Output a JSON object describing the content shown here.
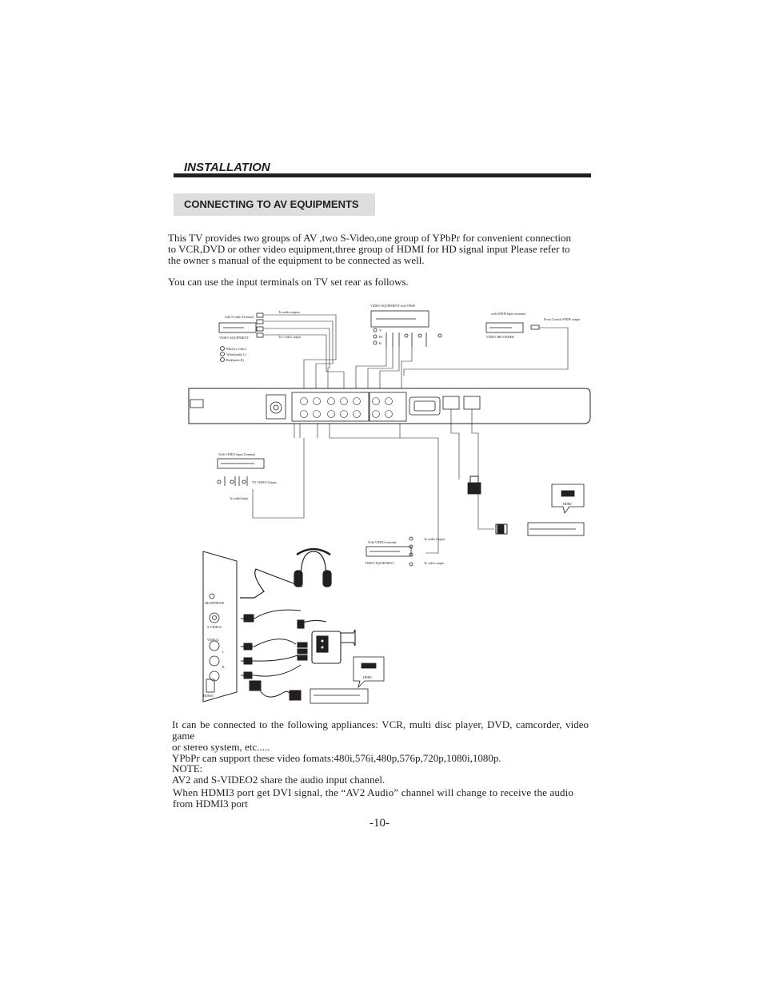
{
  "header": {
    "section": "INSTALLATION"
  },
  "banner": {
    "title": "CONNECTING TO AV EQUIPMENTS"
  },
  "intro": {
    "p1_l1": "This TV provides two groups of AV ,two  S-Video,one group of  YPbPr  for convenient connection",
    "p1_l2": "to VCR,DVD or other video equipment,three group of HDMI for HD signal input Please refer to",
    "p1_l3": "the owner s manual of the equipment to be connected as well.",
    "p2": "You can use the input terminals on TV set rear as follows."
  },
  "diagram": {
    "svideo_device": {
      "title": "with S-video Terminal",
      "label": "VIDEO EQUIPMENT",
      "out1": "To audio outputs",
      "out2": "To s-video output"
    },
    "legend": [
      "Black (s-video)",
      "White(audio L)",
      "Red(audio R)"
    ],
    "ypbpr_device": {
      "label": "VIDEO EQUIPMENT with YPbPr",
      "y": "Y",
      "pb": "Pb",
      "pr": "Pr"
    },
    "spdif_device": {
      "title": "with SPDIF Input terminal",
      "label": "VIDEO RECORDER",
      "out": "From Coaxial SPDIF output"
    },
    "video_in_device": {
      "title": "With VIDEO Input Terminal",
      "to_video": "TO VIDEO Output",
      "to_audio": "To audio Input"
    },
    "video_term_device": {
      "title": "With VIDEO terminal",
      "label": "VIDEO EQUIPMENT",
      "audio": "To audio Output",
      "video": "To video output"
    },
    "hdmi_label_1": "HDMI",
    "hdmi_label_2": "HDMI",
    "side_panel": [
      "HEADPHONE",
      "S-VIDEO2",
      "VIDEO2",
      "L",
      "R",
      "HDMI3"
    ]
  },
  "body": {
    "l1": "It can be connected to the following appliances: VCR, multi disc player, DVD, camcorder, video game",
    "l2": "or stereo system, etc.....",
    "l3": "YPbPr can support these video fomats:480i,576i,480p,576p,720p,1080i,1080p.",
    "note_head": "NOTE:",
    "note1": "AV2 and S-VIDEO2 share the audio input channel.",
    "note2_l1": "When HDMI3 port get DVI signal, the  “AV2 Audio”  channel will change  to receive the audio",
    "note2_l2": "from HDMI3 port"
  },
  "footer": {
    "page": "-10-"
  }
}
